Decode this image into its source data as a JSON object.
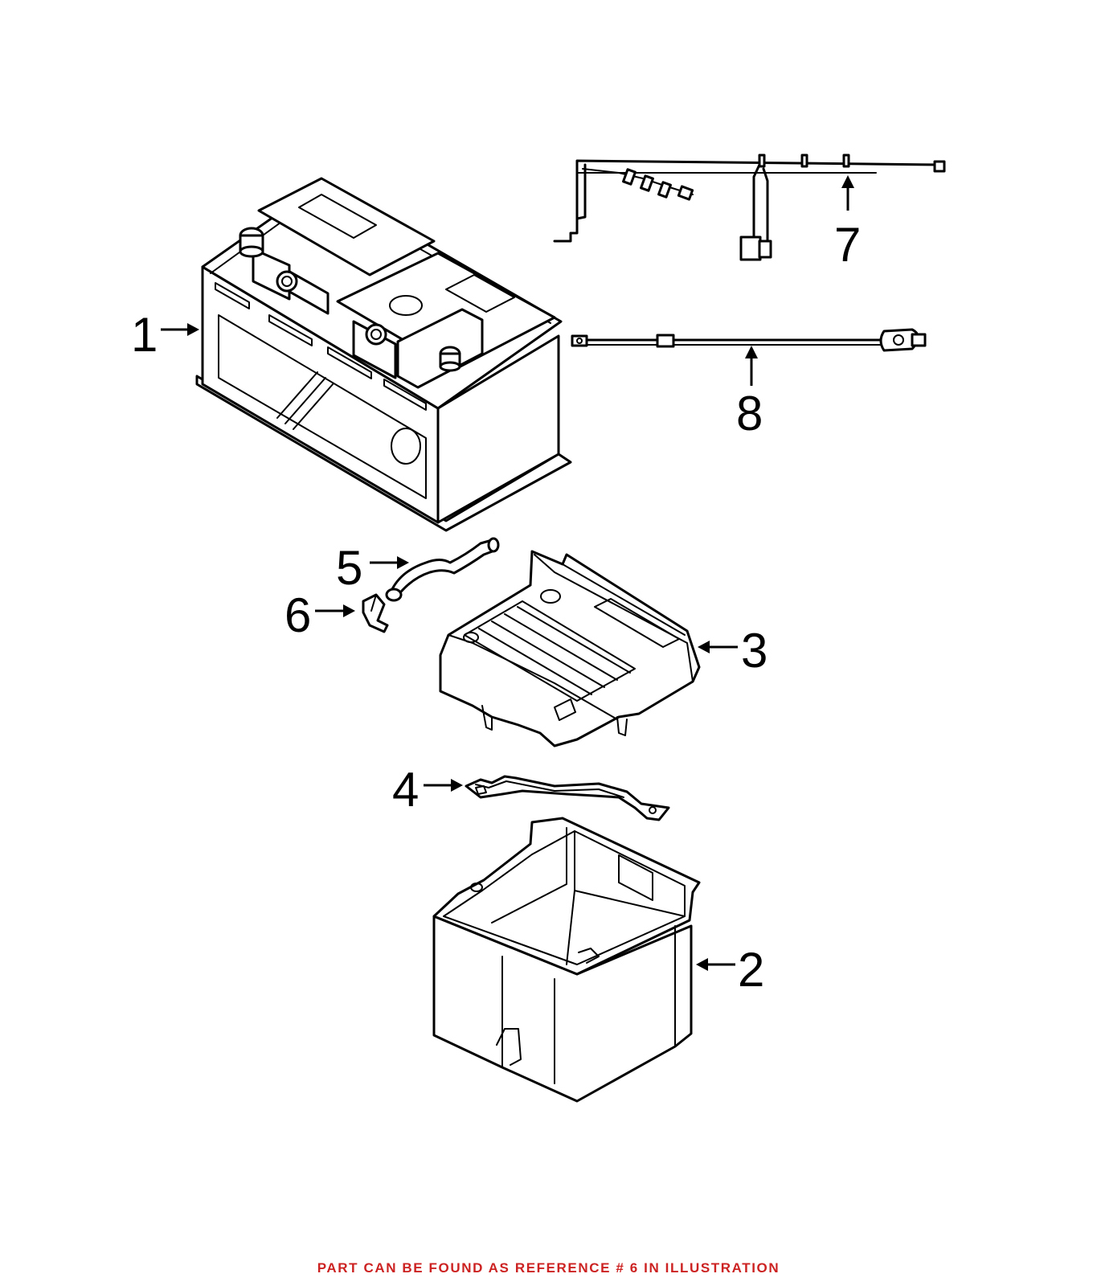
{
  "callouts": [
    {
      "id": "1",
      "part": "battery"
    },
    {
      "id": "2",
      "part": "battery-tray"
    },
    {
      "id": "3",
      "part": "battery-cover"
    },
    {
      "id": "4",
      "part": "hold-down-bracket"
    },
    {
      "id": "5",
      "part": "vent-hose"
    },
    {
      "id": "6",
      "part": "vent-elbow"
    },
    {
      "id": "7",
      "part": "wiring-harness"
    },
    {
      "id": "8",
      "part": "battery-cable"
    }
  ],
  "footer": {
    "note": "PART CAN BE FOUND AS REFERENCE # 6 IN ILLUSTRATION",
    "color": "#cc2222"
  }
}
